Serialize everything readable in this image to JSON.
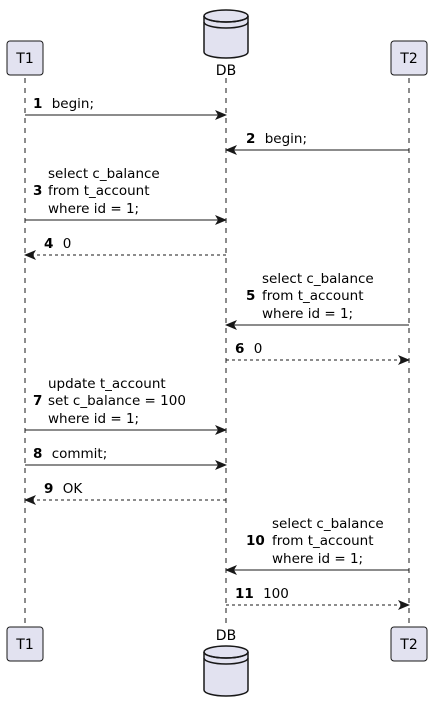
{
  "participants": {
    "t1": {
      "label": "T1"
    },
    "db": {
      "label": "DB"
    },
    "t2": {
      "label": "T2"
    }
  },
  "messages": [
    {
      "num": "1",
      "lines": [
        "begin;"
      ]
    },
    {
      "num": "2",
      "lines": [
        "begin;"
      ]
    },
    {
      "num": "3",
      "lines": [
        "select c_balance",
        "from t_account",
        "where id = 1;"
      ]
    },
    {
      "num": "4",
      "lines": [
        "0"
      ]
    },
    {
      "num": "5",
      "lines": [
        "select c_balance",
        "from t_account",
        "where id = 1;"
      ]
    },
    {
      "num": "6",
      "lines": [
        "0"
      ]
    },
    {
      "num": "7",
      "lines": [
        "update t_account",
        "set c_balance = 100",
        "where id = 1;"
      ]
    },
    {
      "num": "8",
      "lines": [
        "commit;"
      ]
    },
    {
      "num": "9",
      "lines": [
        "OK"
      ]
    },
    {
      "num": "10",
      "lines": [
        "select c_balance",
        "from t_account",
        "where id = 1;"
      ]
    },
    {
      "num": "11",
      "lines": [
        "100"
      ]
    }
  ],
  "colors": {
    "participant_fill": "#e2e2f0",
    "participant_stroke": "#181818",
    "lifeline": "#181818",
    "arrow": "#181818"
  }
}
